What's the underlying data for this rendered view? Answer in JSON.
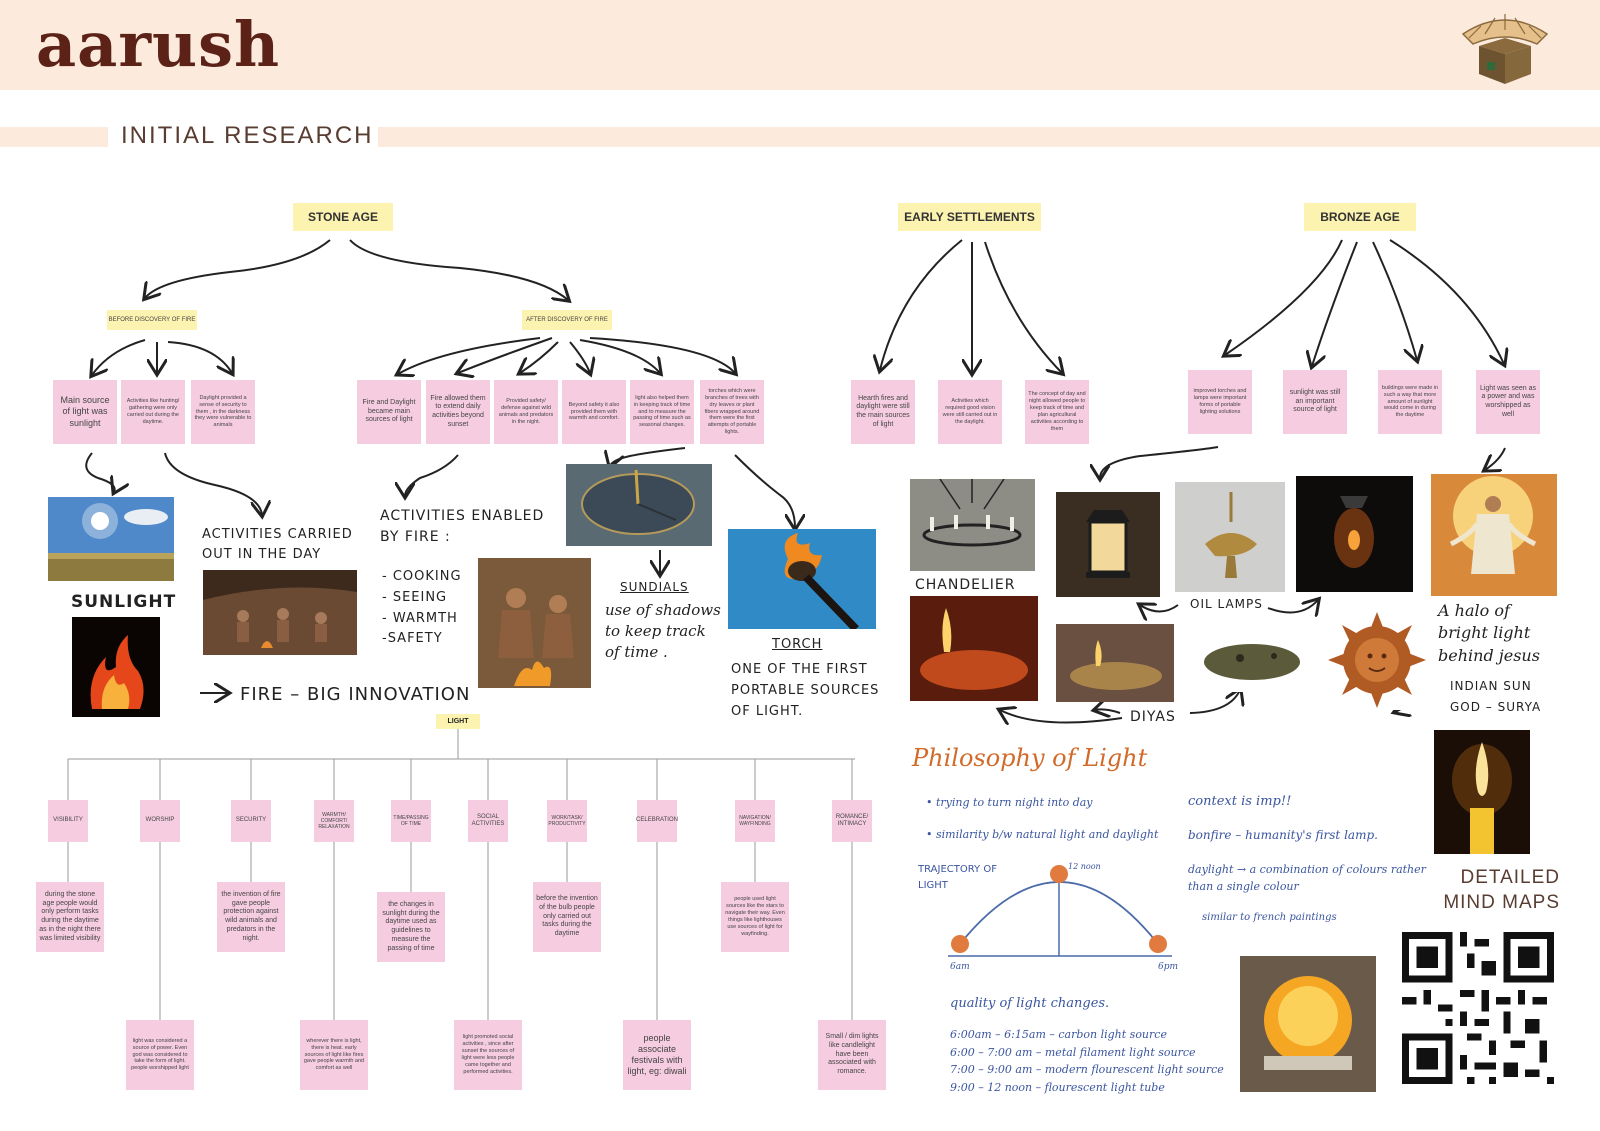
{
  "header": {
    "logo": "aarush"
  },
  "section": {
    "title": "INITIAL RESEARCH"
  },
  "eras": {
    "stone_age": "STONE AGE",
    "early_settlements": "EARLY SETTLEMENTS",
    "bronze_age": "BRONZE AGE"
  },
  "stone_sub": {
    "before": "BEFORE DISCOVERY OF FIRE",
    "after": "AFTER DISCOVERY OF FIRE"
  },
  "before_notes": [
    "Main source of light was sunlight",
    "Activities like hunting/ gathering were only carried out during the daytime.",
    "Daylight provided a sense of security to them , in the darkness they were vulnerable to animals"
  ],
  "after_notes": [
    "Fire and Daylight became main sources of light",
    "Fire allowed them to extend daily activities beyond sunset",
    "Provided safety/ defense against wild animals and predators in the night.",
    "Beyond safety it also provided them with warmth and comfort.",
    "light also helped them in keeping track of time and to measure the passing of time such as seasonal changes.",
    "torches which were branches of trees with dry leaves or plant fibers wrapped around them were the first attempts of portable lights."
  ],
  "settlement_notes": [
    "Hearth fires and daylight were still the main sources of light",
    "Activities which required good vision were still carried out in the daylight.",
    "The concept of day and night allowed people to keep track of time and plan agricultural activities according to them"
  ],
  "bronze_notes": [
    "improved torches and lamps were important forms of portable lighting solutions",
    "sunlight was still an important source of light",
    "buildings were made in such a way that more amount of sunlight would come in during the daytime",
    "Light was seen as a power and was worshipped as well"
  ],
  "handwritten": {
    "sunlight": "SUNLIGHT",
    "fire_innovation": "FIRE – BIG INNOVATION",
    "activities_day": [
      "ACTIVITIES CARRIED",
      "OUT IN THE DAY"
    ],
    "activities_fire": [
      "ACTIVITIES ENABLED",
      "BY FIRE :"
    ],
    "fire_list": [
      "- COOKING",
      "- SEEING",
      "- WARMTH",
      "-SAFETY"
    ],
    "sundials_title": "SUNDIALS",
    "sundials_text": [
      "use of shadows",
      "to keep track",
      "of time ."
    ],
    "torch_title": "TORCH",
    "torch_text": [
      "ONE OF THE FIRST",
      "PORTABLE SOURCES",
      "OF LIGHT."
    ],
    "chandelier": "CHANDELIER",
    "oil_lamps": "OIL LAMPS",
    "diyas": "DIYAS",
    "halo": [
      "A halo of",
      "bright light",
      "behind jesus"
    ],
    "indian_sun": [
      "INDIAN SUN",
      "GOD – SURYA"
    ]
  },
  "light_tree": {
    "root": "LIGHT",
    "categories": [
      "VISIBILITY",
      "WORSHIP",
      "SECURITY",
      "WARMTH/ COMFORT/ RELAXATION",
      "TIME/PASSING OF TIME",
      "SOCIAL ACTIVITIES",
      "WORK/TASK/ PRODUCTIVITY",
      "CELEBRATION",
      "NAVIGATION/ WAYFINDING",
      "ROMANCE/ INTIMACY"
    ],
    "details": [
      "during the stone age people would only perform tasks during the daytime as in the night there was limited visibility",
      "light was considered a source of power. Even god was considered to take the form of light. people worshipped light",
      "the invention of fire gave people protection against wild animals and predators in the night.",
      "wherever there is light, there is heat. early sources of light like fires gave people warmth and comfort as well",
      "the changes in sunlight during the daytime used as guidelines to measure the passing of time",
      "light promoted social activities , since after sunset the sources of light were less people came together and performed activities.",
      "before the invention of the bulb people only carried out tasks during the daytime",
      "people associate festivals with light, eg: diwali",
      "people used light sources like the stars to navigate their way. Even things like lighthouses use sources of light for wayfinding.",
      "Small / dim lights like candlelight have been associated with romance."
    ]
  },
  "philosophy": {
    "title": "Philosophy of Light",
    "points": [
      "• trying to turn night into day",
      "• similarity b/w natural light and daylight"
    ],
    "trajectory": [
      "TRAJECTORY OF",
      "LIGHT"
    ],
    "times": {
      "noon": "12 noon",
      "start": "6am",
      "end": "6pm"
    },
    "context": "context is imp!!",
    "bonfire": "bonfire – humanity's first lamp.",
    "daylight": [
      "daylight → a combination of colours rather",
      "than a single colour"
    ],
    "similar": "similar to french paintings",
    "quality": "quality of light changes.",
    "schedule": [
      "6:00am – 6:15am – carbon light source",
      "6:00 – 7:00 am – metal filament light source",
      "7:00 – 9:00 am – modern flourescent light source",
      "9:00 – 12 noon – flourescent light tube"
    ]
  },
  "footer": {
    "detailed": [
      "DETAILED",
      "MIND MAPS"
    ]
  },
  "colors": {
    "band": "#fcebdc",
    "era_yellow": "#fdf3b0",
    "note_pink": "#f6cde0",
    "brand": "#5c2218",
    "trajectory_dot": "#e07a3e"
  }
}
